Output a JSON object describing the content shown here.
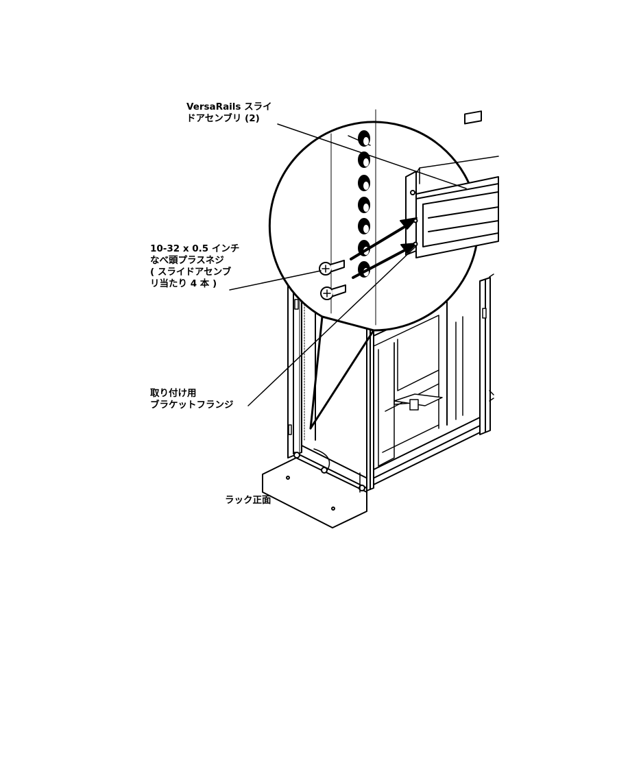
{
  "labels": {
    "rail": [
      "VersaRails スライ",
      "ドアセンブリ (2)"
    ],
    "screw": [
      "10-32 x 0.5 インチ",
      "なべ頭プラスネジ",
      "( スライドアセンブ",
      "リ当たり 4 本 )"
    ],
    "flange": [
      "取り付け用",
      "ブラケットフランジ"
    ],
    "front": "ラック正面"
  }
}
